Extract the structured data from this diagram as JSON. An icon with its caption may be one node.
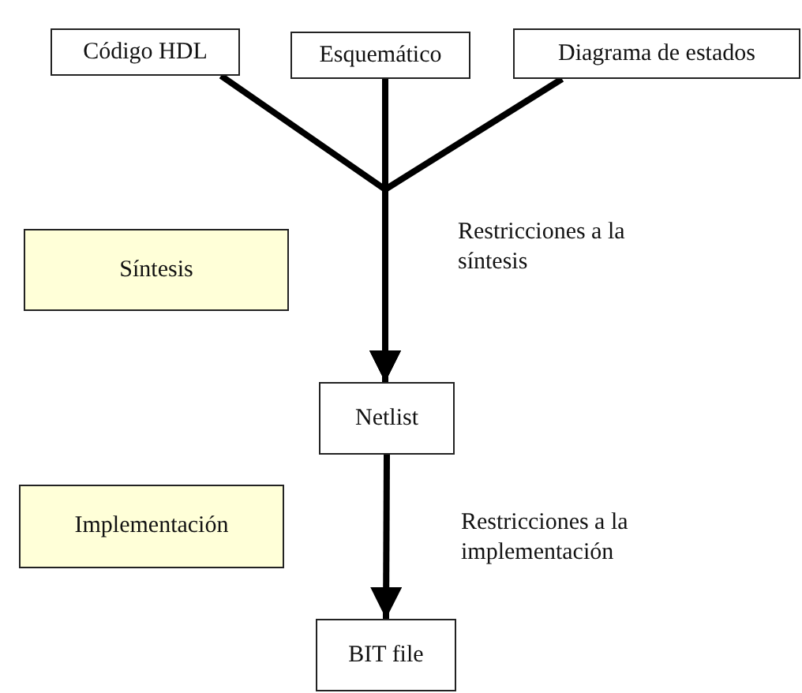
{
  "diagram": {
    "nodes": [
      {
        "text": [
          "Código HDL"
        ]
      },
      {
        "text": [
          "Esquemático"
        ]
      },
      {
        "text": [
          "Diagrama de estados"
        ]
      },
      {
        "text": [
          "Síntesis"
        ]
      },
      {
        "text": [
          "Netlist"
        ]
      },
      {
        "text": [
          "Implementación"
        ]
      },
      {
        "text": [
          "BIT file"
        ]
      }
    ],
    "edges": [
      {
        "from": 0,
        "to": 4,
        "arrow": "to"
      },
      {
        "from": 1,
        "to": 4,
        "arrow": "to"
      },
      {
        "from": 2,
        "to": 4,
        "arrow": "to"
      },
      {
        "from": 4,
        "to": 6,
        "arrow": "to"
      }
    ],
    "labels": [
      "Restricciones a la síntesis",
      "Restricciones a la implementación"
    ]
  }
}
